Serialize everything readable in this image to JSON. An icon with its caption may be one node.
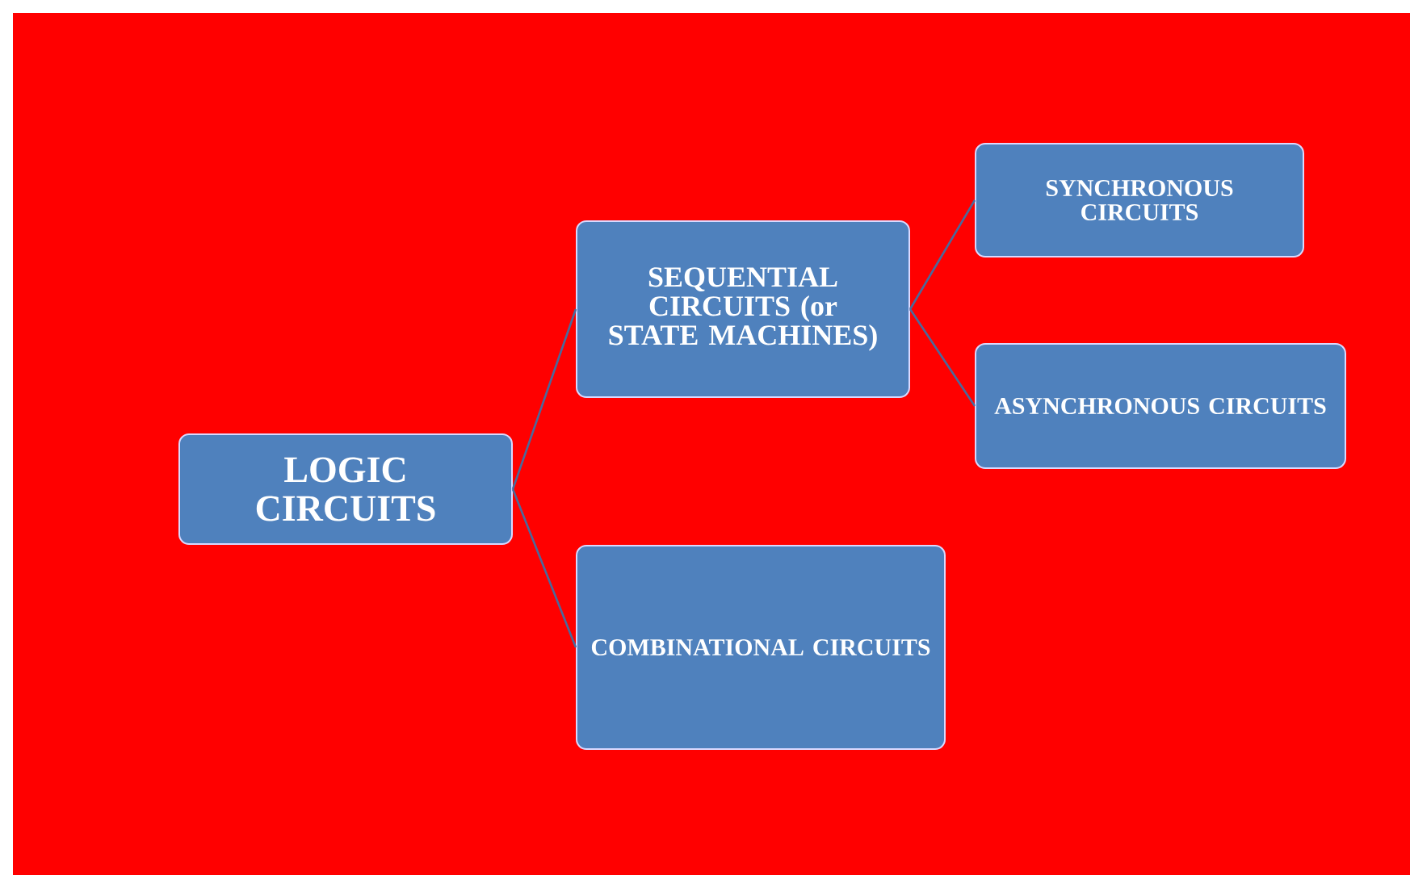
{
  "diagram": {
    "nodes": [
      {
        "text": [
          "LOGIC CIRCUITS"
        ]
      },
      {
        "text": [
          "SEQUENTIAL CIRCUITS (or STATE MACHINES)"
        ]
      },
      {
        "text": [
          "COMBINATIONAL CIRCUITS"
        ]
      },
      {
        "text": [
          "SYNCHRONOUS CIRCUITS"
        ]
      },
      {
        "text": [
          "ASYNCHRONOUS CIRCUITS"
        ]
      }
    ],
    "edges": [
      {
        "from": 0,
        "to": 1,
        "arrow": "none"
      },
      {
        "from": 0,
        "to": 2,
        "arrow": "none"
      },
      {
        "from": 1,
        "to": 3,
        "arrow": "none"
      },
      {
        "from": 1,
        "to": 4,
        "arrow": "none"
      }
    ]
  }
}
